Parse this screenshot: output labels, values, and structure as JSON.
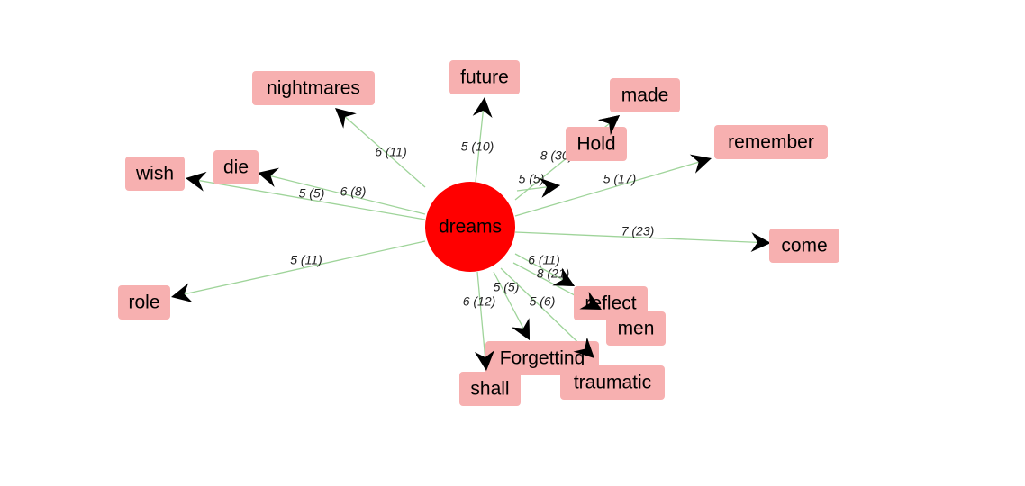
{
  "center": {
    "label": "dreams",
    "color": "#ff0000"
  },
  "colors": {
    "node": "#f7b0b0",
    "edge": "#9fd49a",
    "arrow": "#000000"
  },
  "nodes": [
    {
      "id": "nightmares",
      "label": "nightmares"
    },
    {
      "id": "future",
      "label": "future"
    },
    {
      "id": "made",
      "label": "made"
    },
    {
      "id": "hold",
      "label": "Hold"
    },
    {
      "id": "remember",
      "label": "remember"
    },
    {
      "id": "wish",
      "label": "wish"
    },
    {
      "id": "die",
      "label": "die"
    },
    {
      "id": "come",
      "label": "come"
    },
    {
      "id": "role",
      "label": "role"
    },
    {
      "id": "reflect",
      "label": "reflect"
    },
    {
      "id": "men",
      "label": "men"
    },
    {
      "id": "forgetting",
      "label": "Forgetting"
    },
    {
      "id": "traumatic",
      "label": "traumatic"
    },
    {
      "id": "shall",
      "label": "shall"
    }
  ],
  "edges": [
    {
      "to": "nightmares",
      "label": "6 (11)"
    },
    {
      "to": "future",
      "label": "5 (10)"
    },
    {
      "to": "made",
      "label": "8 (30)"
    },
    {
      "to": "hold",
      "label": "5 (5)"
    },
    {
      "to": "remember",
      "label": "5 (17)"
    },
    {
      "to": "wish",
      "label": "5 (5)"
    },
    {
      "to": "die",
      "label": "6 (8)"
    },
    {
      "to": "come",
      "label": "7 (23)"
    },
    {
      "to": "role",
      "label": "5 (11)"
    },
    {
      "to": "reflect",
      "label": "6 (11)"
    },
    {
      "to": "men",
      "label": "8 (21)"
    },
    {
      "to": "forgetting",
      "label": "5 (5)"
    },
    {
      "to": "traumatic",
      "label": "5 (6)"
    },
    {
      "to": "shall",
      "label": "6 (12)"
    }
  ]
}
